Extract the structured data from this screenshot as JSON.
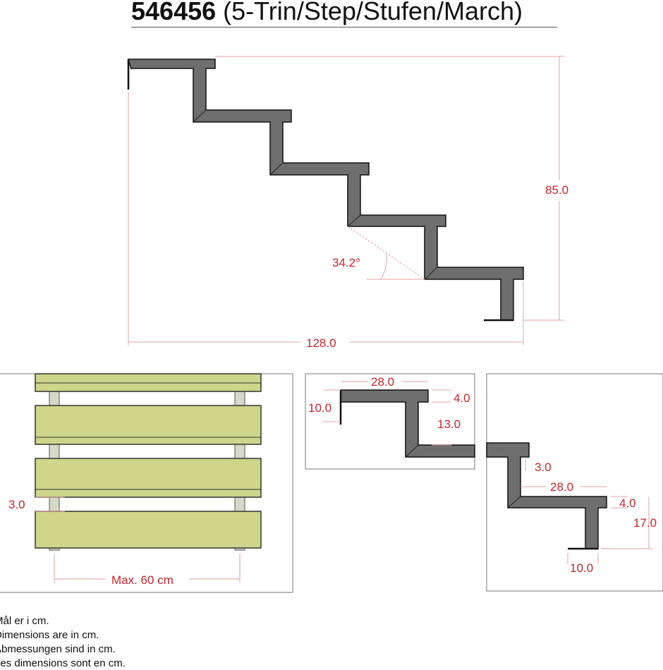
{
  "title": {
    "code": "546456",
    "desc": "(5-Trin/Step/Stufen/March)"
  },
  "main": {
    "height": "85.0",
    "width": "128.0",
    "angle": "34.2°"
  },
  "top_view": {
    "gap": "3.0",
    "max_span": "Max. 60 cm"
  },
  "detail_top": {
    "tread_depth": "28.0",
    "edge_height": "10.0",
    "tread_thickness": "4.0",
    "rise": "13.0"
  },
  "detail_bottom": {
    "gap": "3.0",
    "tread_depth": "28.0",
    "tread_thickness": "4.0",
    "rise": "17.0",
    "foot": "10.0"
  },
  "notes": [
    "Mål er i cm.",
    "Dimensions are in cm.",
    "Abmessungen sind in cm.",
    "Les dimensions sont en cm."
  ],
  "colors": {
    "steel": "#6e6e6e",
    "wood": "#cfd58a",
    "dimension": "#c0272d"
  }
}
